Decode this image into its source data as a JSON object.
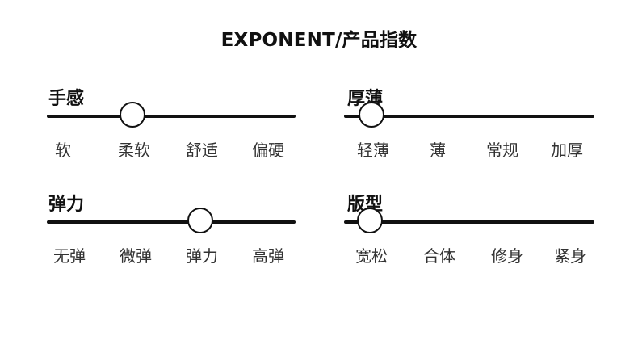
{
  "title": "EXPONENT/产品指数",
  "panels": [
    {
      "heading": "手感",
      "options": [
        "软",
        "柔软",
        "舒适",
        "偏硬"
      ],
      "selected_index": 1,
      "selected_label": "柔软"
    },
    {
      "heading": "厚薄",
      "options": [
        "轻薄",
        "薄",
        "常规",
        "加厚"
      ],
      "selected_index": 0,
      "selected_label": "轻薄"
    },
    {
      "heading": "弹力",
      "options": [
        "无弹",
        "微弹",
        "弹力",
        "高弹"
      ],
      "selected_index": 2,
      "selected_label": "弹力"
    },
    {
      "heading": "版型",
      "options": [
        "宽松",
        "合体",
        "修身",
        "紧身"
      ],
      "selected_index": 0,
      "selected_label": "宽松"
    }
  ]
}
